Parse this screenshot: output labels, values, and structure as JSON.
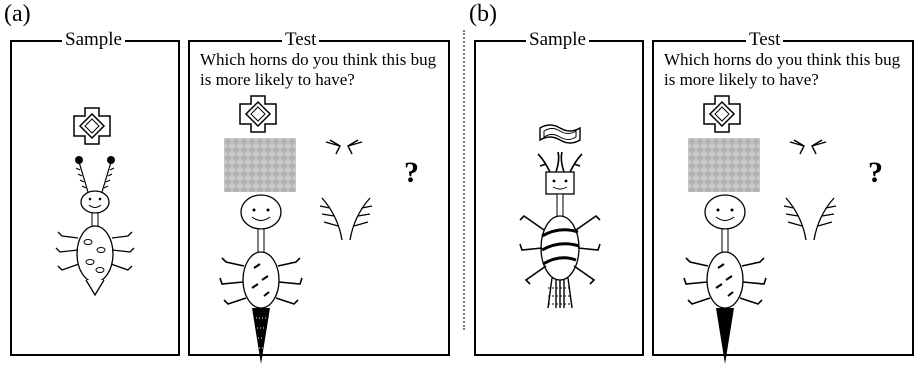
{
  "panels": [
    {
      "letter": "(a)",
      "sample_title": "Sample",
      "test_title": "Test",
      "question": "Which horns do you think this bug is more likely to have?",
      "unknown_mark": "?"
    },
    {
      "letter": "(b)",
      "sample_title": "Sample",
      "test_title": "Test",
      "question": "Which horns do you think this bug is more likely to have?",
      "unknown_mark": "?"
    }
  ]
}
